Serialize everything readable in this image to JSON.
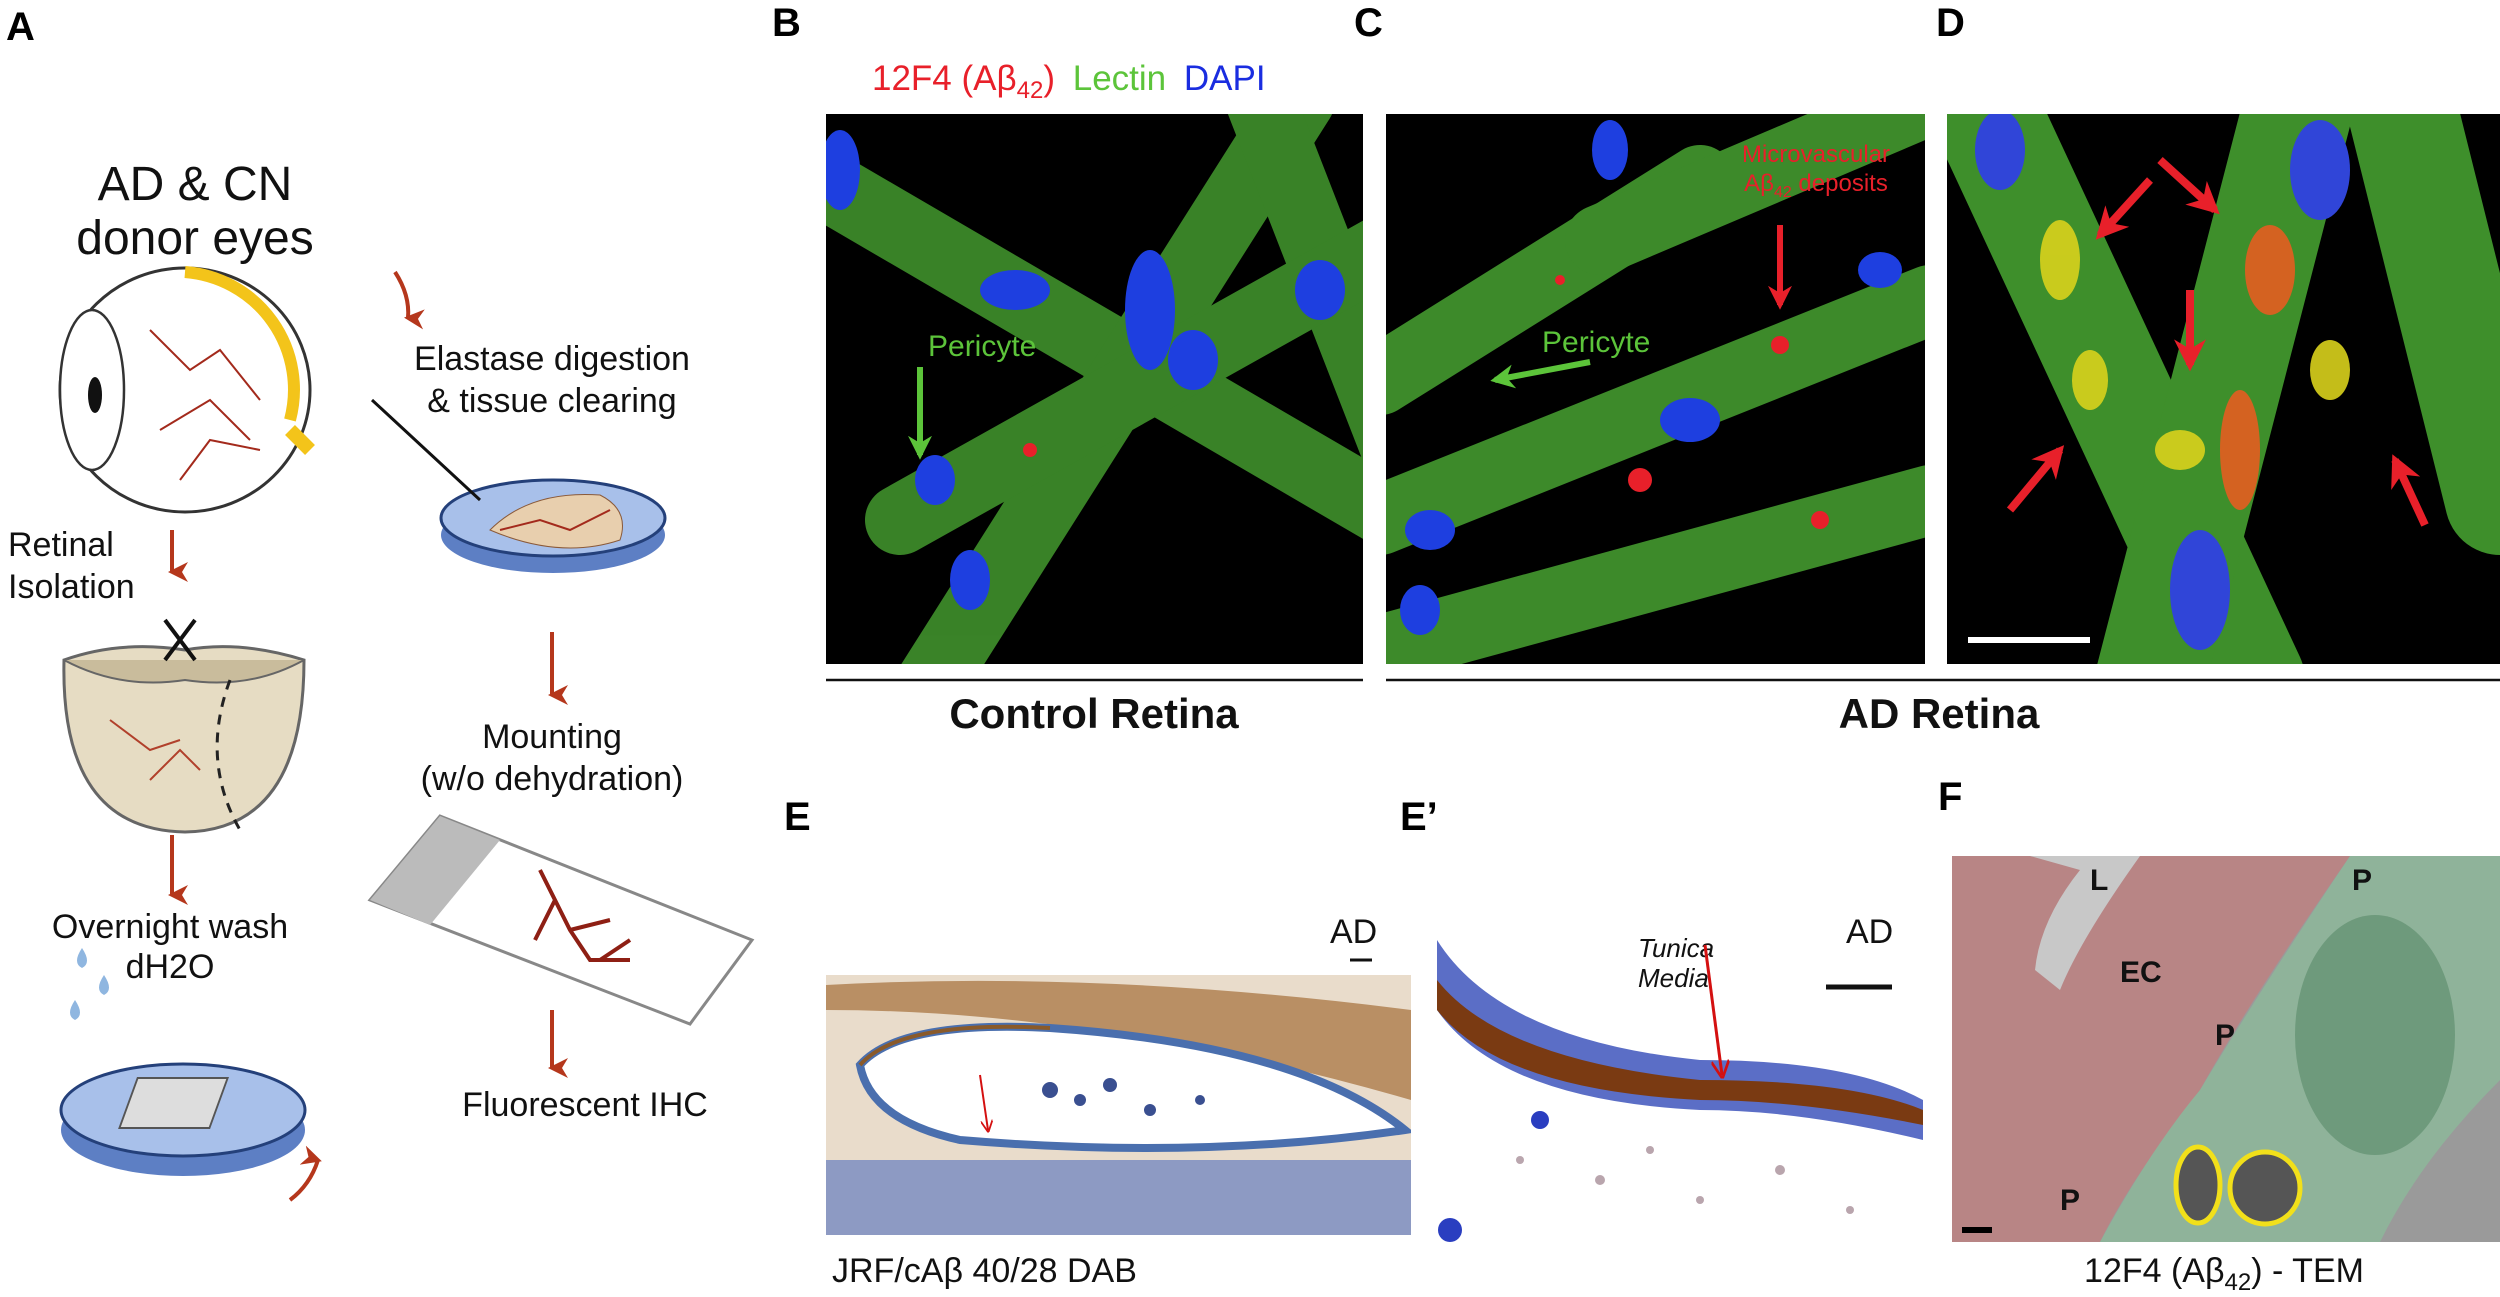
{
  "panel_labels": {
    "a": "A",
    "b": "B",
    "c": "C",
    "d": "D",
    "e": "E",
    "e_prime": "E’",
    "f": "F"
  },
  "schematic": {
    "title_line1": "AD & CN",
    "title_line2": "donor eyes",
    "step_isolation_1": "Retinal",
    "step_isolation_2": "Isolation",
    "step_wash_1": "Overnight wash",
    "step_wash_2": "dH2O",
    "step_digest_1": "Elastase digestion",
    "step_digest_2": "& tissue clearing",
    "step_mount_1": "Mounting",
    "step_mount_2": "(w/o dehydration)",
    "step_ihc": "Fluorescent IHC",
    "arrow_color": "#b5371c"
  },
  "stain_legend": {
    "marker_red": "12F4 (Aβ",
    "marker_red_sub": "42",
    "marker_red_end": ")",
    "marker_green": "Lectin",
    "marker_blue": "DAPI",
    "colors": {
      "red": "#e8202a",
      "green": "#5cc43a",
      "blue": "#1a2de0"
    }
  },
  "annotations": {
    "pericyte_b": "Pericyte",
    "pericyte_c": "Pericyte",
    "deposits_1": "Microvascular",
    "deposits_2a": "Aβ",
    "deposits_2sub": "42",
    "deposits_2b": " deposits",
    "tunica_1": "Tunica",
    "tunica_2": "Media",
    "ad_e": "AD",
    "ad_e_prime": "AD"
  },
  "group_labels": {
    "control": "Control Retina",
    "ad": "AD Retina"
  },
  "captions": {
    "e": "JRF/cAβ 40/28 DAB",
    "f_a": "12F4 (Aβ",
    "f_sub": "42",
    "f_b": ") - TEM"
  },
  "tem_labels": {
    "lumen": "L",
    "endothelial": "EC",
    "pericyte_1": "P",
    "pericyte_2": "P",
    "pericyte_3": "P"
  }
}
